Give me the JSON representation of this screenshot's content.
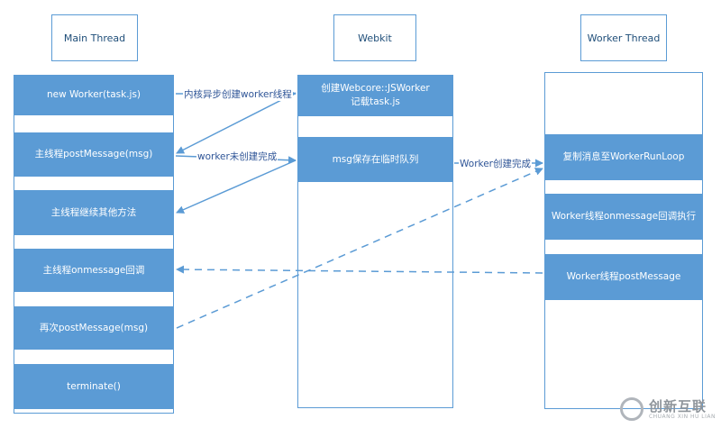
{
  "headers": {
    "main": "Main Thread",
    "webkit": "Webkit",
    "worker": "Worker Thread"
  },
  "main_thread": [
    "new Worker(task.js)",
    "主线程postMessage(msg)",
    "主线程继续其他方法",
    "主线程onmessage回调",
    "再次postMessage(msg)",
    "terminate()"
  ],
  "webkit": [
    "创建Webcore::JSWorker\n记载task.js",
    "msg保存在临时队列"
  ],
  "worker_thread": [
    "复制消息至WorkerRunLoop",
    "Worker线程onmessage回调执行",
    "Worker线程postMessage"
  ],
  "arrow_labels": {
    "async_create": "内核异步创建worker线程",
    "not_created": "worker未创建完成",
    "created": "Worker创建完成"
  },
  "colors": {
    "box": "#5b9bd5",
    "arrow": "#5b9bd5"
  },
  "watermark": {
    "text": "创新互联",
    "sub": "CHUANG XIN HU LIAN"
  }
}
